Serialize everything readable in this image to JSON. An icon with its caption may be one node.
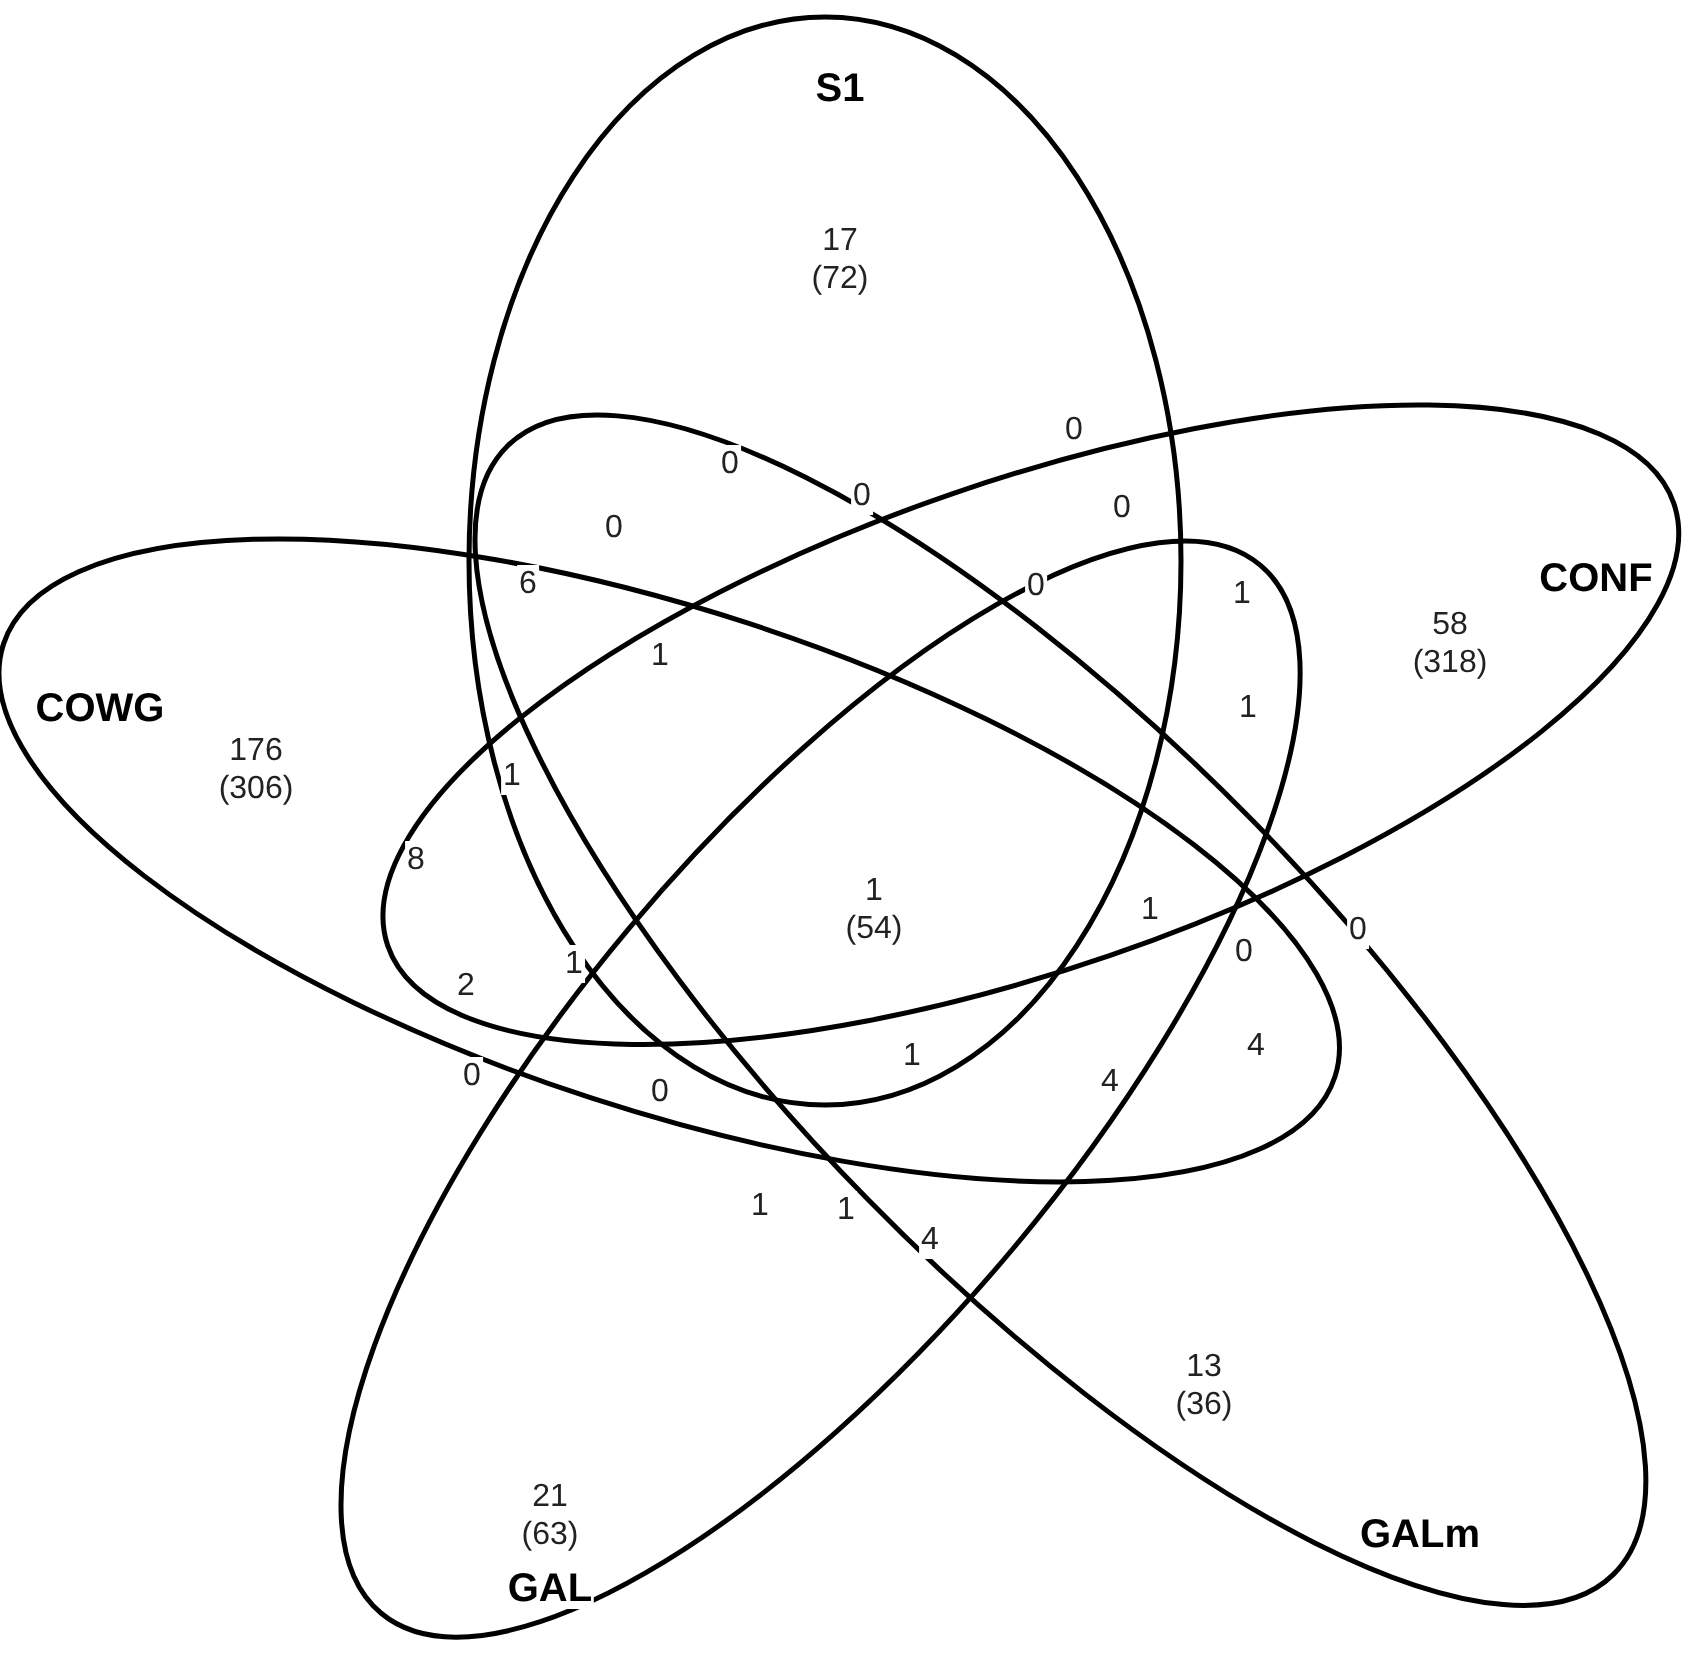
{
  "diagram": {
    "nodes": [
      {
        "text": [
          "S1",
          "17 (72)"
        ]
      },
      {
        "text": [
          "CONF",
          "58 (318)"
        ]
      },
      {
        "text": [
          "COWG",
          "176 (306)"
        ]
      },
      {
        "text": [
          "13 (36)",
          "GALm"
        ]
      },
      {
        "text": [
          "21 (63)",
          "GAL"
        ]
      }
    ],
    "labels": [
      "0",
      "0",
      "0",
      "0",
      "0",
      "6",
      "0",
      "1",
      "1",
      "1",
      "1",
      "8",
      "1 (54)",
      "1",
      "0",
      "0",
      "1",
      "2",
      "4",
      "1",
      "0",
      "4",
      "0",
      "1",
      "1",
      "4"
    ]
  }
}
